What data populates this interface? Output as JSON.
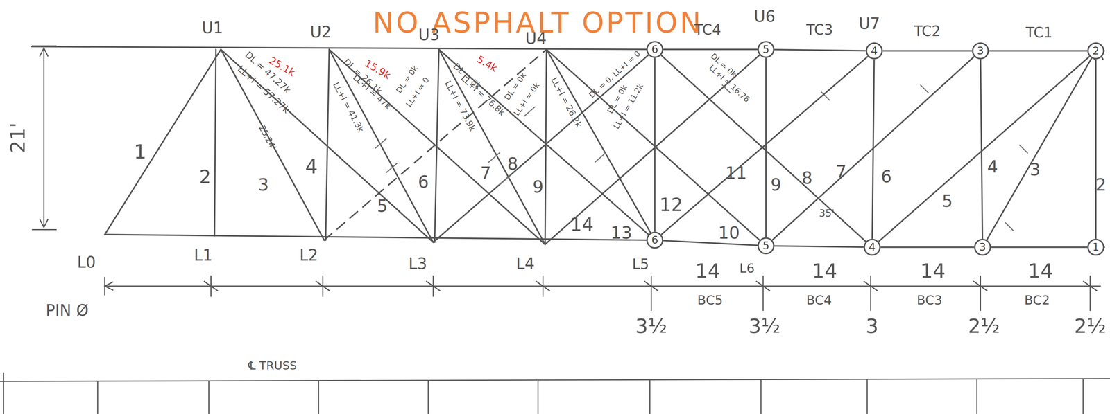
{
  "diagram": {
    "nodes": [
      {
        "text": [
          "6"
        ]
      },
      {
        "text": [
          "5"
        ]
      },
      {
        "text": [
          "4"
        ]
      },
      {
        "text": [
          "3"
        ]
      },
      {
        "text": [
          "2"
        ]
      },
      {
        "text": [
          "6"
        ]
      },
      {
        "text": [
          "5"
        ]
      },
      {
        "text": [
          "4"
        ]
      },
      {
        "text": [
          "3"
        ]
      },
      {
        "text": [
          "1"
        ]
      }
    ],
    "edges": [
      {
        "from": 0,
        "to": 1,
        "arrow": "none"
      },
      {
        "from": 1,
        "to": 2,
        "arrow": "none"
      },
      {
        "from": 2,
        "to": 3,
        "arrow": "none"
      },
      {
        "from": 3,
        "to": 4,
        "arrow": "none"
      },
      {
        "from": 5,
        "to": 6,
        "arrow": "none"
      },
      {
        "from": 6,
        "to": 7,
        "arrow": "none"
      },
      {
        "from": 7,
        "to": 8,
        "arrow": "none"
      },
      {
        "from": 8,
        "to": 9,
        "arrow": "none"
      },
      {
        "from": 0,
        "to": 5,
        "arrow": "none"
      },
      {
        "from": 1,
        "to": 6,
        "arrow": "none"
      },
      {
        "from": 2,
        "to": 7,
        "arrow": "none"
      },
      {
        "from": 3,
        "to": 8,
        "arrow": "none"
      },
      {
        "from": 4,
        "to": 9,
        "arrow": "none"
      },
      {
        "from": 0,
        "to": 7,
        "arrow": "none"
      },
      {
        "from": 5,
        "to": 2,
        "arrow": "none"
      },
      {
        "from": 6,
        "to": 3,
        "arrow": "none"
      },
      {
        "from": 7,
        "to": 4,
        "arrow": "none"
      },
      {
        "from": 4,
        "to": 8,
        "arrow": "none"
      }
    ],
    "labels": [
      "NO ASPHALT OPTION",
      "U1",
      "U2",
      "U3",
      "U4",
      "U6",
      "U7",
      "TC4",
      "TC3",
      "TC2",
      "TC1",
      "L0",
      "L1",
      "L2",
      "L3",
      "L4",
      "L5",
      "L6",
      "21'",
      "1",
      "2",
      "3",
      "4",
      "5",
      "6",
      "7",
      "8",
      "9",
      "14",
      "13",
      "12",
      "11",
      "10",
      "9",
      "8",
      "7",
      "35'",
      "6",
      "5",
      "4",
      "3",
      "2",
      "14",
      "14",
      "14",
      "14",
      "BC5",
      "BC4",
      "BC3",
      "BC2",
      "3½",
      "3½",
      "3",
      "2½",
      "2½",
      "PIN Ø",
      "℄ TRUSS",
      "DL = 47.27k",
      "LL+I = 57.27k",
      "25.1k",
      "25.24'",
      "DL = 26.1k",
      "15.9k",
      "LL+I = 47k",
      "LL+I = 41.3k",
      "DL = 0k",
      "LL+I = 0",
      "DL = 8k",
      "5.4k",
      "LL+I = 76.8k",
      "LL+I = 73.9k",
      "DL = 0k",
      "LL+I = 0k",
      "LL+I = 26.2k",
      "DL = 0, LL+I = 0",
      "DL = 0k",
      "LL+I = 11.2k",
      "DL = 0k",
      "LL+I = 16.76"
    ]
  }
}
